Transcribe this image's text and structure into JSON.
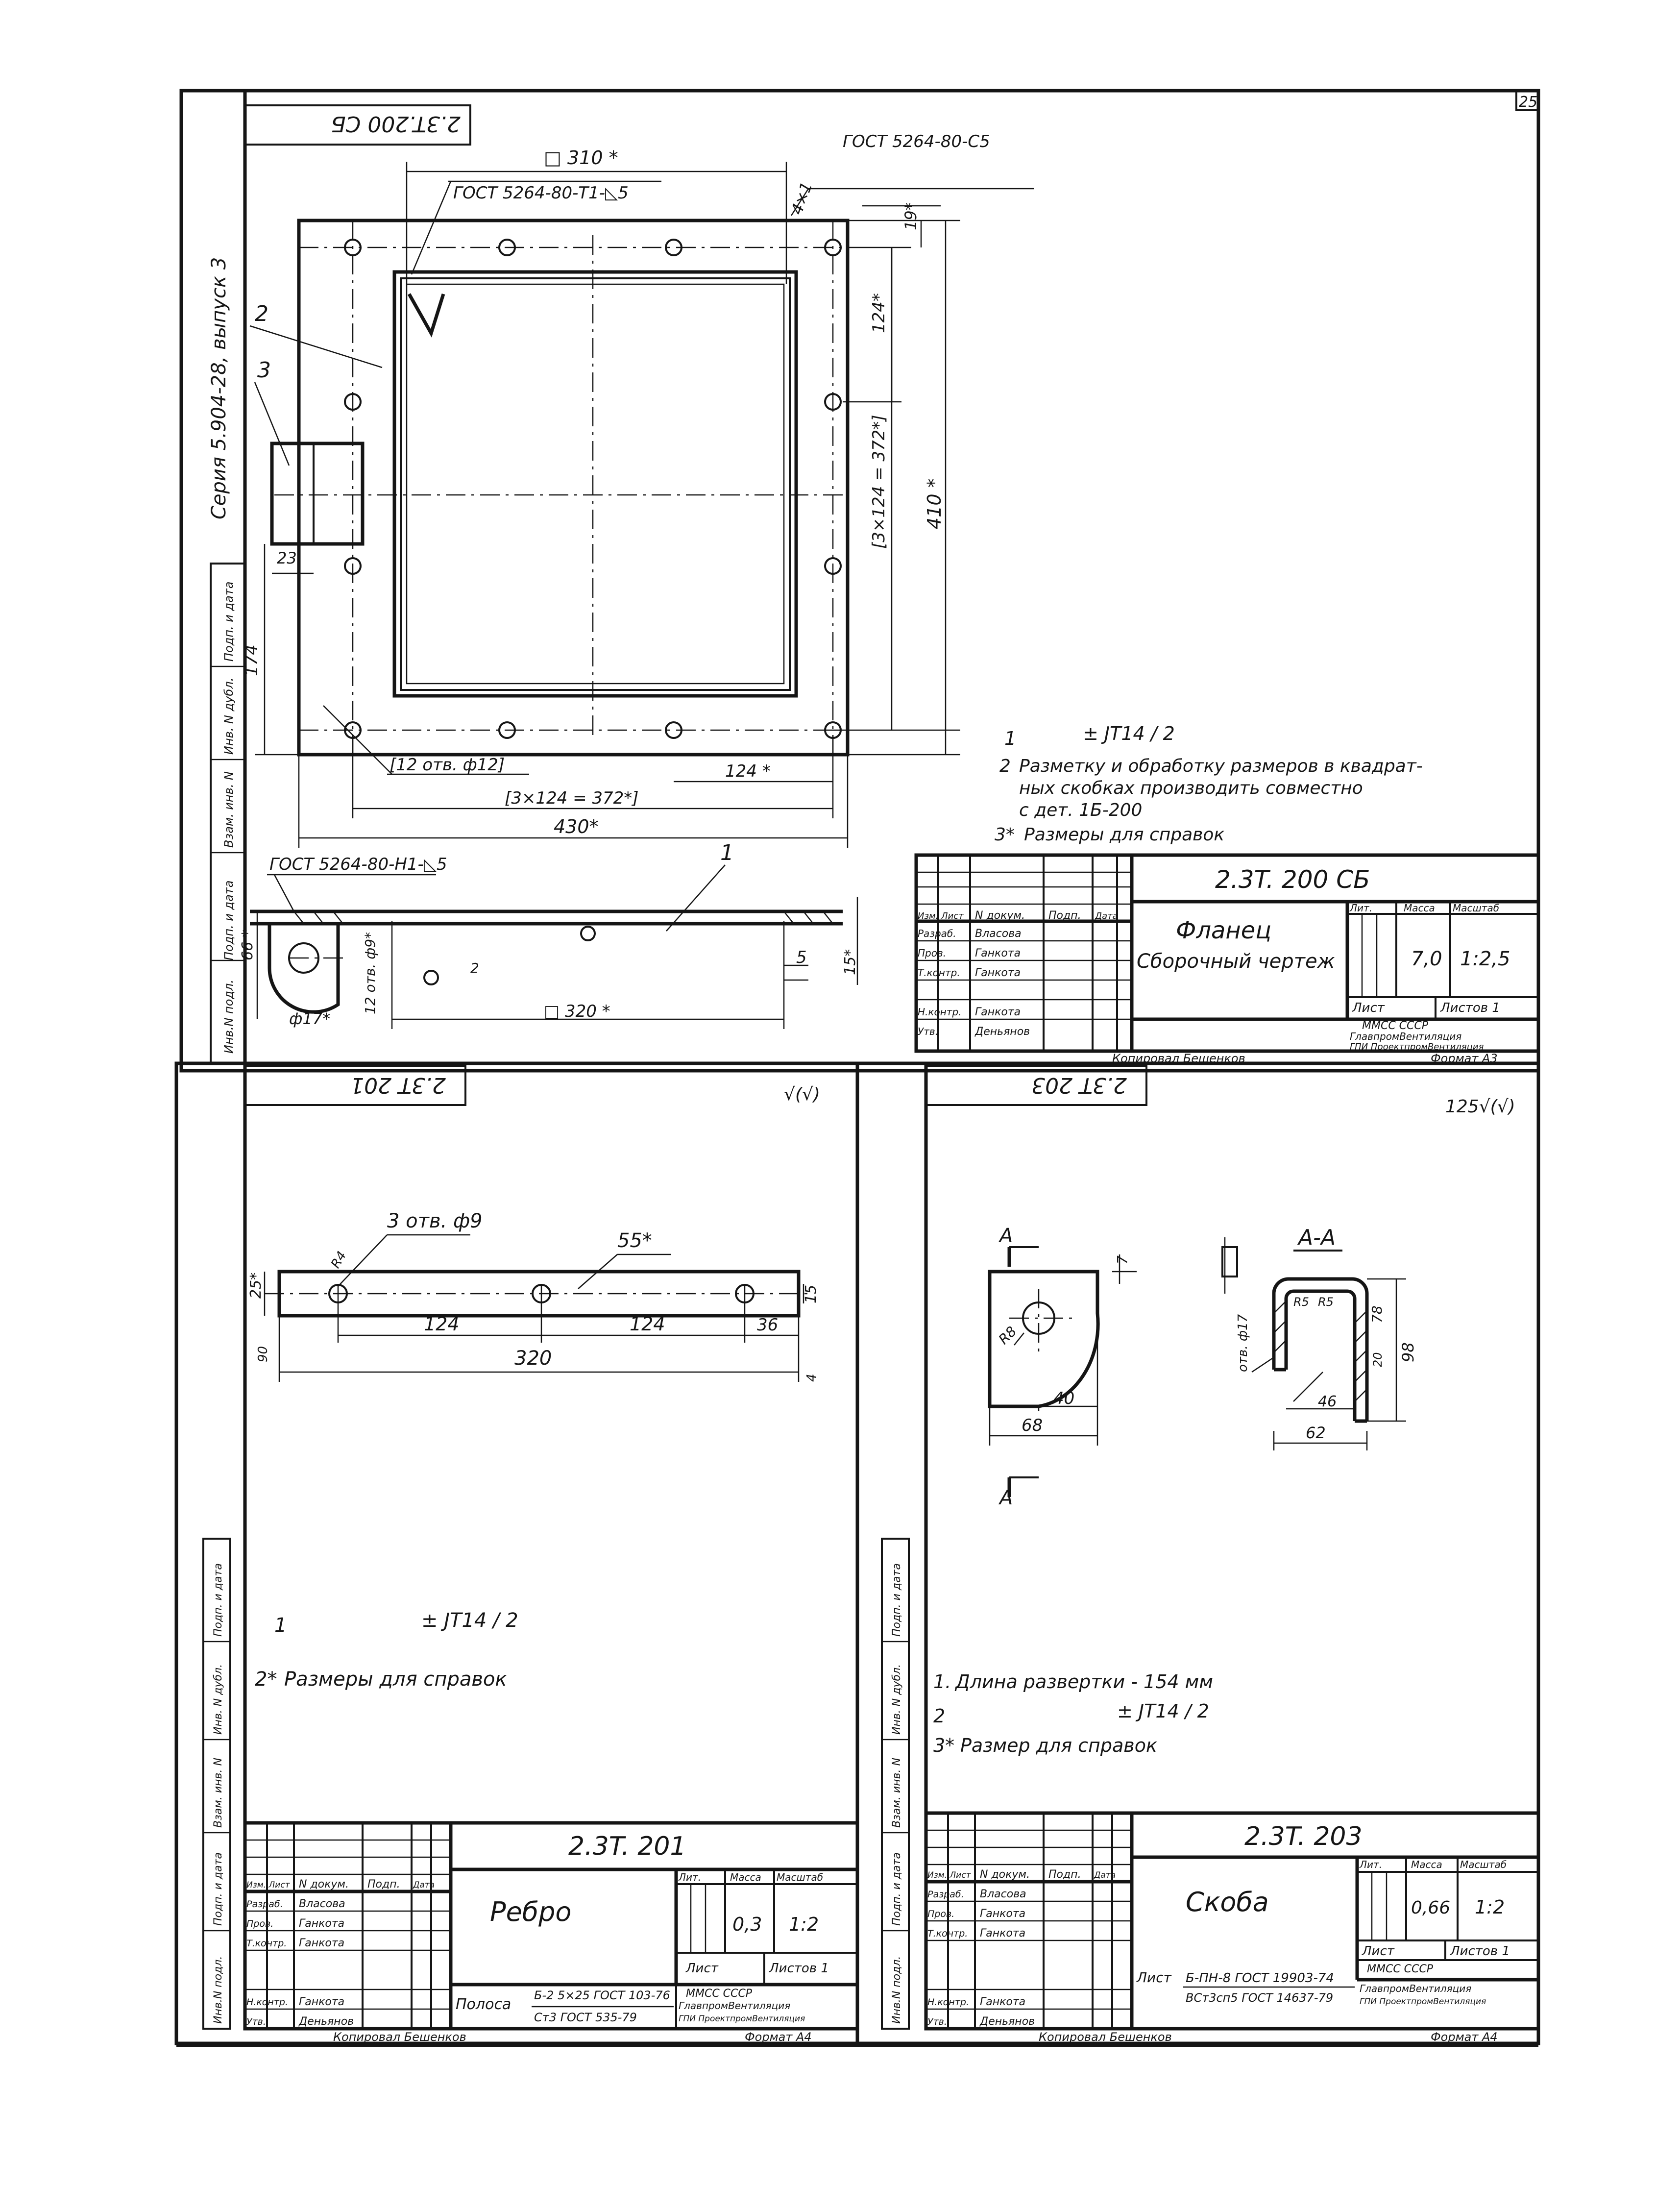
{
  "page_number": "25",
  "top_sheet": {
    "code_mirrored": "2.3T.200 СБ",
    "side_series": "Серия 5.904-28, выпуск 3",
    "side_columns": [
      "Инв.N подл.",
      "Подп. и дата",
      "Взам. инв. N",
      "Инв. N дубл.",
      "Подп. и дата"
    ],
    "dims": {
      "d310": "□ 310 *",
      "gost_t1": "ГОСТ 5264-80-Т1-◺5",
      "gost_c5": "ГОСТ 5264-80-С5",
      "d4x1": "4×1",
      "d19": "19*",
      "d124v": "124*",
      "d372v": "[3×124 = 372*]",
      "d410": "410 *",
      "d174": "174",
      "d23": "23",
      "holes12": "[12 отв. ф12]",
      "d124h": "124 *",
      "d372h": "[3×124 = 372*]",
      "d430": "430*",
      "gost_n1": "ГОСТ 5264-80-Н1-◺5",
      "d66": "66 *",
      "holes_small": "12 отв. ф9*",
      "d17": "ф17*",
      "d320": "□ 320 *",
      "d5": "5",
      "d15": "15*",
      "d2": "2"
    },
    "callouts": [
      "1",
      "2",
      "3"
    ],
    "notes": [
      {
        "n": "1",
        "text": "± JT14 / 2"
      },
      {
        "n": "2",
        "text": "Разметку и обработку размеров в квадрат-"
      },
      {
        "n": "",
        "text": "ных скобках производить совместно"
      },
      {
        "n": "",
        "text": "с дет. 1Б-200"
      },
      {
        "n": "3*",
        "text": "Размеры для справок"
      }
    ],
    "title_block": {
      "code": "2.3T. 200 СБ",
      "title": "Фланец",
      "subtitle": "Сборочный чертеж",
      "lit_label": "Лит.",
      "mass_label": "Масса",
      "scale_label": "Масштаб",
      "mass": "7,0",
      "scale": "1:2,5",
      "sheet_label": "Лист",
      "sheets_label": "Листов 1",
      "org1": "ММСС СССР",
      "org2": "ГлавпромВентиляция",
      "org3": "ГПИ ПроектпромВентиляция",
      "rows": [
        {
          "role": "Изм. Лист",
          "name": "N докум.",
          "sign": "Подп.",
          "date": "Дата"
        },
        {
          "role": "Разраб.",
          "name": "Власова",
          "sign": "",
          "date": ""
        },
        {
          "role": "Пров.",
          "name": "Ганкота",
          "sign": "",
          "date": ""
        },
        {
          "role": "Т.контр.",
          "name": "Ганкота",
          "sign": "",
          "date": ""
        },
        {
          "role": "Н.контр.",
          "name": "Ганкота",
          "sign": "",
          "date": ""
        },
        {
          "role": "Утв.",
          "name": "Деньянов",
          "sign": "",
          "date": ""
        }
      ],
      "copied": "Копировал Бешенков",
      "format": "Формат А3"
    }
  },
  "left_sheet": {
    "code_mirrored": "2.3T 201",
    "roughness": "√(√)",
    "dims": {
      "r4": "R4",
      "holes": "3 отв. ф9",
      "d55": "55*",
      "d25": "25*",
      "d124a": "124",
      "d124b": "124",
      "d36": "36",
      "d15": "15",
      "d320": "320",
      "d90": "90",
      "d4": "4"
    },
    "notes": [
      {
        "n": "1",
        "text": "± JT14 / 2"
      },
      {
        "n": "2*",
        "text": "Размеры для справок"
      }
    ],
    "title_block": {
      "code": "2.3T. 201",
      "title": "Ребро",
      "mass": "0,3",
      "scale": "1:2",
      "lit_label": "Лит.",
      "mass_label": "Масса",
      "scale_label": "Масштаб",
      "sheet_label": "Лист",
      "sheets_label": "Листов 1",
      "material1_label": "Полоса",
      "material1": "Б-2 5×25 ГОСТ 103-76",
      "material2": "Ст3 ГОСТ 535-79",
      "org1": "ММСС СССР",
      "org2": "ГлавпромВентиляция",
      "org3": "ГПИ ПроектпромВентиляция",
      "rows": [
        {
          "role": "Изм. Лист",
          "name": "N докум.",
          "sign": "Подп.",
          "date": "Дата"
        },
        {
          "role": "Разраб.",
          "name": "Власова",
          "sign": "",
          "date": ""
        },
        {
          "role": "Пров.",
          "name": "Ганкота",
          "sign": "",
          "date": ""
        },
        {
          "role": "Т.контр.",
          "name": "Ганкота",
          "sign": "",
          "date": ""
        },
        {
          "role": "Н.контр.",
          "name": "Ганкота",
          "sign": "",
          "date": ""
        },
        {
          "role": "Утв.",
          "name": "Деньянов",
          "sign": "",
          "date": ""
        }
      ],
      "copied": "Копировал Бешенков",
      "format": "Формат А4"
    }
  },
  "right_sheet": {
    "code_mirrored": "2.3T 203",
    "roughness": "125√(√)",
    "section_label": "А-А",
    "arrow_label": "А",
    "dims": {
      "r8": "R8",
      "d40": "40",
      "d68": "68",
      "d98": "98",
      "d78": "78",
      "d46": "46",
      "d62": "62",
      "d20": "20",
      "r5a": "R5",
      "r5b": "R5",
      "hole": "отв. ф17",
      "d7": "7"
    },
    "notes": [
      {
        "n": "1.",
        "text": "Длина развертки - 154 мм"
      },
      {
        "n": "2",
        "text": "± JT14 / 2"
      },
      {
        "n": "3*",
        "text": "Размер для справок"
      }
    ],
    "title_block": {
      "code": "2.3T. 203",
      "title": "Скоба",
      "mass": "0,66",
      "scale": "1:2",
      "lit_label": "Лит.",
      "mass_label": "Масса",
      "scale_label": "Масштаб",
      "sheet_label": "Лист",
      "sheets_label": "Листов 1",
      "material1_label": "Лист",
      "material1": "Б-ПН-8 ГОСТ 19903-74",
      "material2": "ВСт3сп5 ГОСТ 14637-79",
      "org1": "ММСС СССР",
      "org2": "ГлавпромВентиляция",
      "org3": "ГПИ ПроектпромВентиляция",
      "rows": [
        {
          "role": "Изм. Лист",
          "name": "N докум.",
          "sign": "Подп.",
          "date": "Дата"
        },
        {
          "role": "Разраб.",
          "name": "Власова",
          "sign": "",
          "date": ""
        },
        {
          "role": "Пров.",
          "name": "Ганкота",
          "sign": "",
          "date": ""
        },
        {
          "role": "Т.контр.",
          "name": "Ганкота",
          "sign": "",
          "date": ""
        },
        {
          "role": "Н.контр.",
          "name": "Ганкота",
          "sign": "",
          "date": ""
        },
        {
          "role": "Утв.",
          "name": "Деньянов",
          "sign": "",
          "date": ""
        }
      ],
      "copied": "Копировал Бешенков",
      "format": "Формат А4"
    }
  }
}
